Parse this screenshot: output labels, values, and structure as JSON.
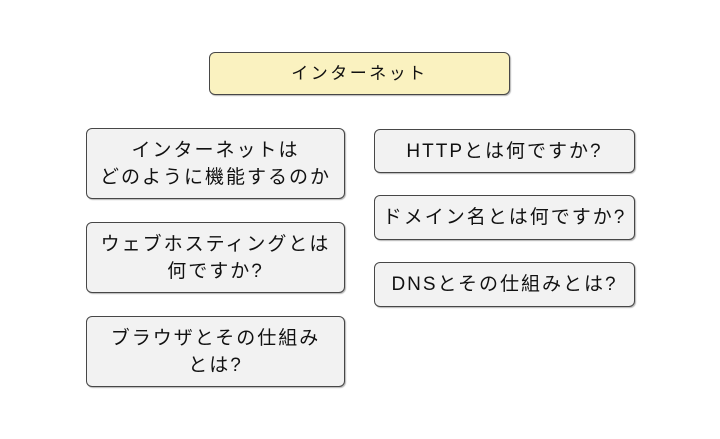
{
  "canvas": {
    "background": "#ffffff"
  },
  "colors": {
    "root_fill": "#faf2c0",
    "node_fill": "#f2f2f2",
    "node_border": "#474747",
    "text": "#111111",
    "canvas_bg": "#ffffff"
  },
  "diagram": {
    "root_node": {
      "label": "インターネット"
    },
    "left_nodes": [
      {
        "label": "インターネットは\nどのように機能するのか"
      },
      {
        "label": "ウェブホスティングとは\n何ですか?"
      },
      {
        "label": "ブラウザとその仕組み\nとは?"
      }
    ],
    "right_nodes": [
      {
        "label": "HTTPとは何ですか?"
      },
      {
        "label": "ドメイン名とは何ですか?"
      },
      {
        "label": "DNSとその仕組みとは?"
      }
    ]
  }
}
